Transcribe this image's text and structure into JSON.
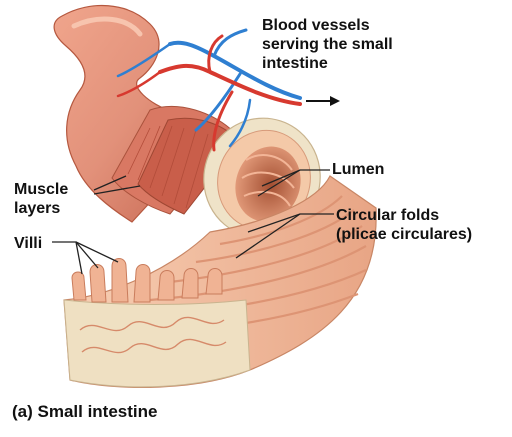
{
  "labels": {
    "blood_vessels": [
      "Blood vessels",
      "serving the small",
      "intestine"
    ],
    "lumen": "Lumen",
    "muscle_layers": [
      "Muscle",
      "layers"
    ],
    "circular_folds": [
      "Circular folds",
      "(plicae circulares)"
    ],
    "villi": "Villi"
  },
  "caption": "(a) Small intestine",
  "colors": {
    "tissue": "#e2917a",
    "tissue_dark": "#c96a55",
    "tissue_light": "#f2b9a3",
    "mucosa": "#f4c9a8",
    "outer_layer": "#efe3c8",
    "artery": "#d7392f",
    "vein": "#2f7fd1",
    "leader_line": "#222222"
  }
}
